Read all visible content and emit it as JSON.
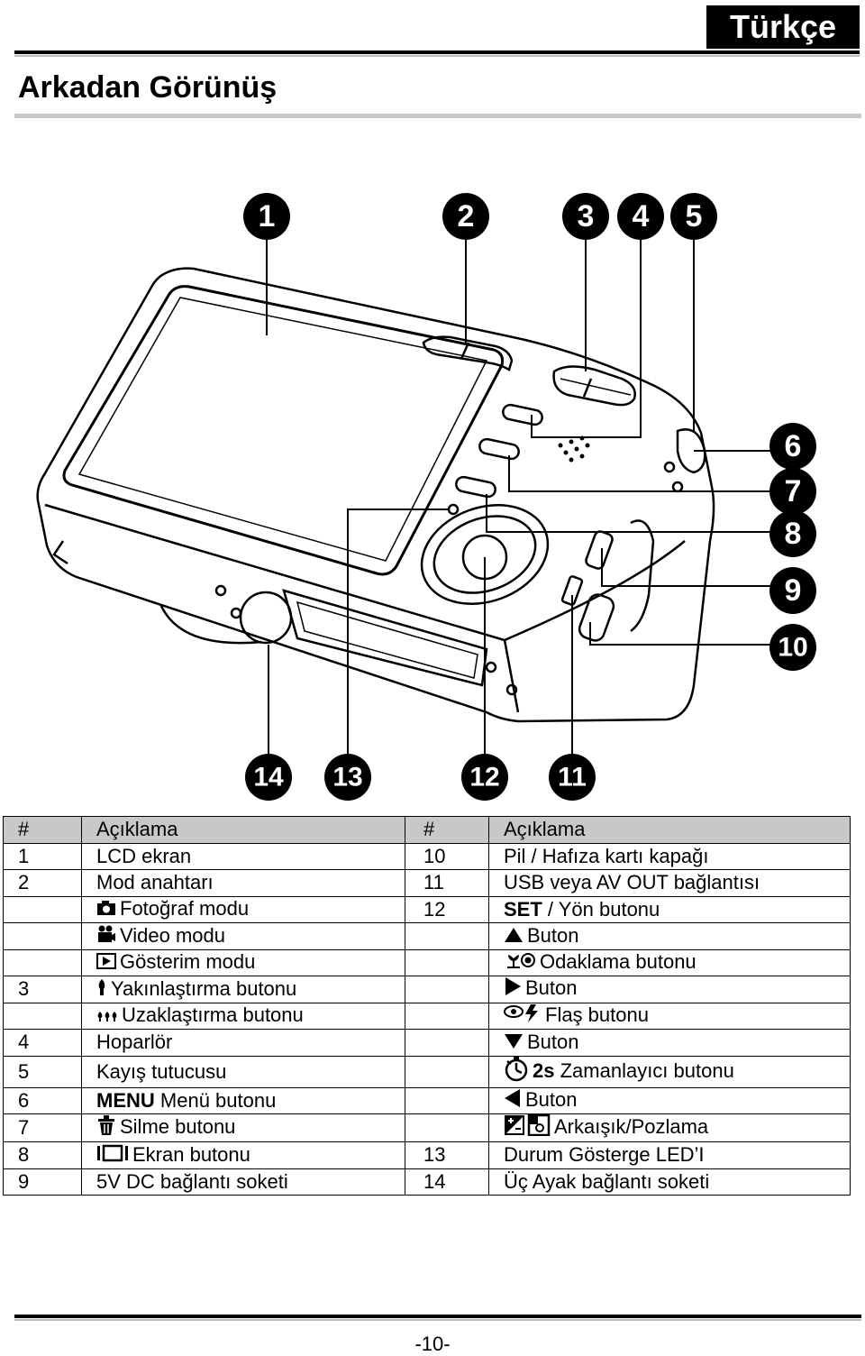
{
  "header": {
    "language": "Türkçe"
  },
  "page_title": "Arkadan Görünüş",
  "figure": {
    "callouts_top": [
      "1",
      "2",
      "3",
      "4",
      "5"
    ],
    "callouts_right": [
      "6",
      "7",
      "8",
      "9",
      "10"
    ],
    "callouts_bottom": [
      "14",
      "13",
      "12",
      "11"
    ]
  },
  "table": {
    "headers": [
      "#",
      "Açıklama",
      "#",
      "Açıklama"
    ],
    "rows": [
      {
        "n1": "1",
        "d1": "LCD ekran",
        "n2": "10",
        "d2": "Pil / Hafıza kartı kapağı"
      },
      {
        "n1": "2",
        "d1": "Mod anahtarı",
        "n2": "11",
        "d2": "USB veya AV OUT bağlantısı"
      },
      {
        "n1": "",
        "d1": "Fotoğraf modu",
        "icon1": "camera-icon",
        "n2": "12",
        "d2_bold": "SET",
        "d2": " / Yön butonu"
      },
      {
        "n1": "",
        "d1": "Video modu",
        "icon1": "video-camera-icon",
        "n2": "",
        "icon2": "up-arrow-icon",
        "d2": "Buton"
      },
      {
        "n1": "",
        "d1": "Gösterim modu",
        "icon1": "playback-icon",
        "n2": "",
        "icon2": "macro-focus-icon",
        "d2": "Odaklama butonu"
      },
      {
        "n1": "3",
        "d1": "Yakınlaştırma butonu",
        "icon1": "zoom-in-icon",
        "n2": "",
        "icon2": "right-arrow-icon",
        "d2": "Buton"
      },
      {
        "n1": "",
        "d1": "Uzaklaştırma butonu",
        "icon1": "zoom-out-icon",
        "n2": "",
        "icon2": "flash-icon",
        "d2": "Flaş butonu"
      },
      {
        "n1": "4",
        "d1": "Hoparlör",
        "n2": "",
        "icon2": "down-arrow-icon",
        "d2": "Buton"
      },
      {
        "n1": "5",
        "d1": "Kayış tutucusu",
        "n2": "",
        "icon2": "self-timer-icon",
        "d2_bold": "2s",
        "d2": " Zamanlayıcı butonu"
      },
      {
        "n1": "6",
        "d1_bold": "MENU",
        "d1": " Menü butonu",
        "n2": "",
        "icon2": "left-arrow-icon",
        "d2": "Buton"
      },
      {
        "n1": "7",
        "d1": "Silme butonu",
        "icon1": "trash-icon",
        "n2": "",
        "icon2": "exposure-icon",
        "d2": "Arkaışık/Pozlama"
      },
      {
        "n1": "8",
        "d1": "Ekran butonu",
        "icon1": "display-icon",
        "n2": "13",
        "d2": "Durum Gösterge LED’I"
      },
      {
        "n1": "9",
        "d1": "5V DC bağlantı soketi",
        "n2": "14",
        "d2": "Üç Ayak bağlantı soketi"
      }
    ]
  },
  "footer": {
    "page_number": "-10-"
  }
}
